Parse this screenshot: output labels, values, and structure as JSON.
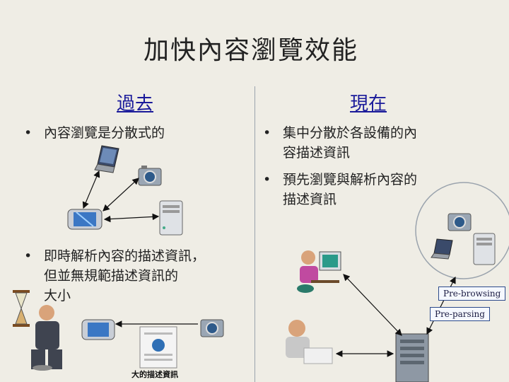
{
  "slide": {
    "title": "加快內容瀏覽效能",
    "left": {
      "heading": "過去",
      "bullet1": "內容瀏覽是分散式的",
      "bullet2": [
        "即時解析內容的描述資訊，",
        "但並無規範描述資訊的",
        "大小"
      ],
      "doc_label": "大的描述資訊"
    },
    "right": {
      "heading": "現在",
      "bullet1": [
        "集中分散於各設備的內",
        "容描述資訊"
      ],
      "bullet2": [
        "預先瀏覽與解析內容的",
        "描述資訊"
      ],
      "pre_browsing": "Pre-browsing",
      "pre_parsing": "Pre-parsing"
    }
  }
}
